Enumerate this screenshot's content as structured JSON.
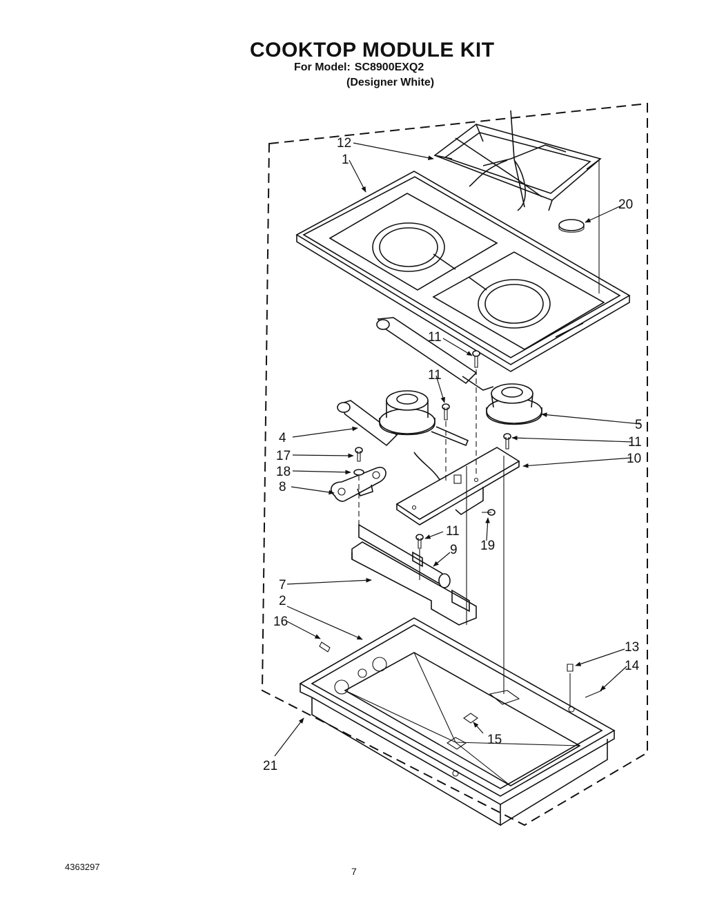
{
  "header": {
    "title": "COOKTOP MODULE KIT",
    "model_label": "For Model:",
    "model_number": "SC8900EXQ2",
    "finish": "(Designer White)"
  },
  "footer": {
    "document_number": "4363297",
    "page_number": "7"
  },
  "callouts": {
    "c12": "12",
    "c1": "1",
    "c20": "20",
    "c11a": "11",
    "c11b": "11",
    "c5": "5",
    "c4": "4",
    "c11c": "11",
    "c17": "17",
    "c10": "10",
    "c18": "18",
    "c8": "8",
    "c11d": "11",
    "c19": "19",
    "c9": "9",
    "c7": "7",
    "c2": "2",
    "c16": "16",
    "c13": "13",
    "c14": "14",
    "c15": "15",
    "c21": "21"
  }
}
